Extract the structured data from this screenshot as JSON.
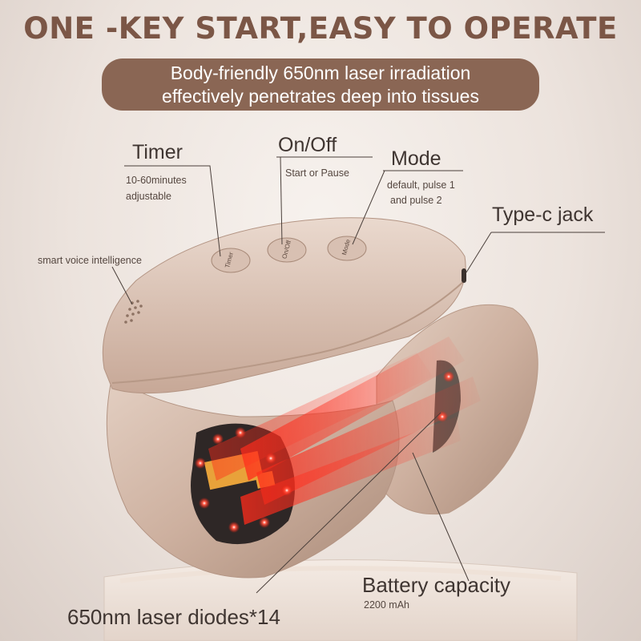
{
  "headline": "ONE -KEY START,EASY TO OPERATE",
  "banner": {
    "line1": "Body-friendly 650nm laser irradiation",
    "line2": "effectively penetrates deep into tissues"
  },
  "callouts": {
    "timer": {
      "title": "Timer",
      "desc1": "10-60minutes",
      "desc2": "adjustable"
    },
    "onoff": {
      "title": "On/Off",
      "desc": "Start or Pause"
    },
    "mode": {
      "title": "Mode",
      "desc1": "default, pulse 1",
      "desc2": "and pulse 2"
    },
    "typec": {
      "title": "Type-c jack"
    },
    "voice": {
      "desc": "smart voice intelligence"
    },
    "battery": {
      "title": "Battery capacity",
      "desc": "2200 mAh"
    },
    "diodes": {
      "title": "650nm laser diodes*14"
    }
  },
  "device_buttons": {
    "timer": "Timer",
    "onoff": "On/Off",
    "mode": "Mode"
  },
  "colors": {
    "headline": "#7b5646",
    "banner_bg": "#8a6654",
    "device_shell": "#c9ac9b",
    "laser_red": "#ff2a1a"
  }
}
